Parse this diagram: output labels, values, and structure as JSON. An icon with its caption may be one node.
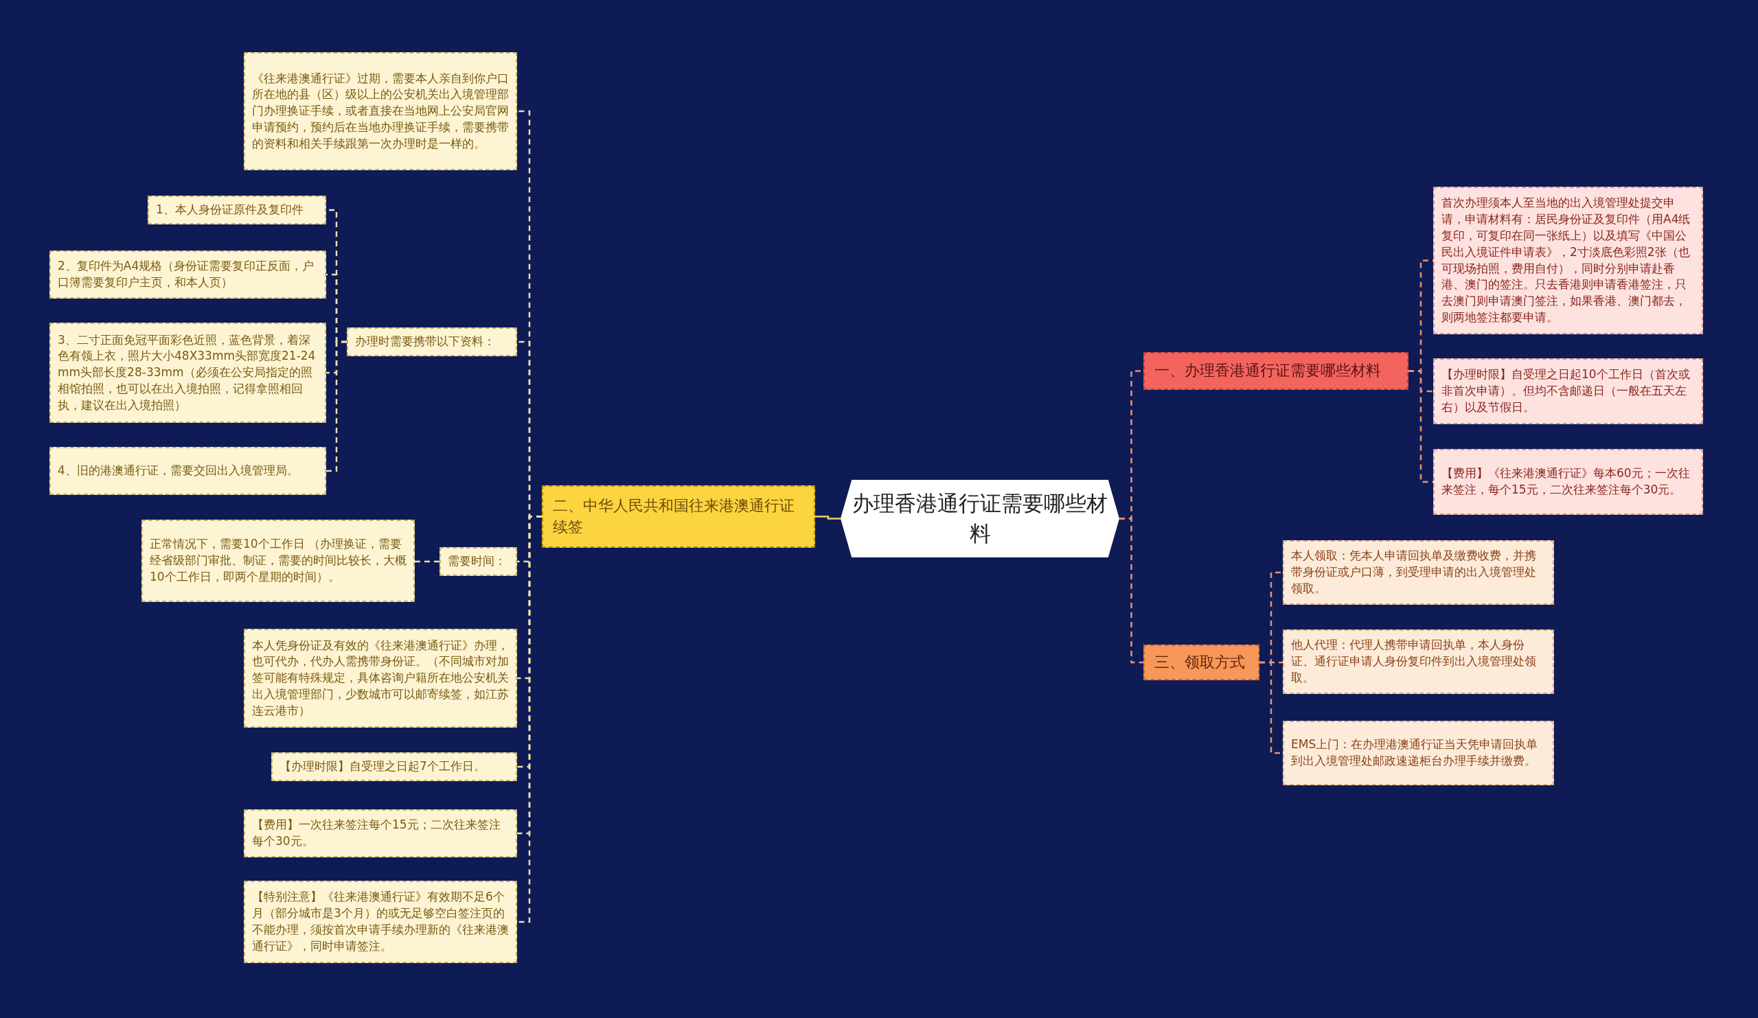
{
  "diagram": {
    "nodes": [
      {
        "text": [
          "办理香港通行证需要哪些材料"
        ]
      },
      {
        "text": [
          "二、中华人民共和国往来港澳通行证续签"
        ]
      },
      {
        "text": [
          "《往来港澳通行证》过期，需要本人亲自到你户口所在地的县（区）级以上的公安机关出入境管理部门办理换证手续，或者直接在当地网上公安局官网申请预约，预约后在当地办理换证手续，需要携带的资料和相关手续跟第一次办理时是一样的。"
        ]
      },
      {
        "text": [
          "办理时需要携带以下资料："
        ]
      },
      {
        "text": [
          "1、本人身份证原件及复印件"
        ]
      },
      {
        "text": [
          "2、复印件为A4规格（身份证需要复印正反面，户口簿需要复印户主页，和本人页）"
        ]
      },
      {
        "text": [
          "3、二寸正面免冠平面彩色近照，蓝色背景，着深色有领上衣，照片大小48X33mm头部宽度21-24mm头部长度28-33mm（必须在公安局指定的照相馆拍照，也可以在出入境拍照，记得拿照相回执，建议在出入境拍照）"
        ]
      },
      {
        "text": [
          "4、旧的港澳通行证，需要交回出入境管理局。"
        ]
      },
      {
        "text": [
          "需要时间："
        ]
      },
      {
        "text": [
          "正常情况下，需要10个工作日 （办理换证，需要经省级部门审批、制证，需要的时间比较长，大概10个工作日，即两个星期的时间）。"
        ]
      },
      {
        "text": [
          "本人凭身份证及有效的《往来港澳通行证》办理，也可代办，代办人需携带身份证。（不同城市对加签可能有特殊规定，具体咨询户籍所在地公安机关出入境管理部门，少数城市可以邮寄续签，如江苏连云港市）"
        ]
      },
      {
        "text": [
          "【办理时限】自受理之日起7个工作日。"
        ]
      },
      {
        "text": [
          "【费用】一次往来签注每个15元；二次往来签注每个30元。"
        ]
      },
      {
        "text": [
          "【特别注意】《往来港澳通行证》有效期不足6个月（部分城市是3个月）的或无足够空白签注页的不能办理，须按首次申请手续办理新的《往来港澳通行证》，同时申请签注。"
        ]
      },
      {
        "text": [
          "一、办理香港通行证需要哪些材料"
        ]
      },
      {
        "text": [
          "首次办理须本人至当地的出入境管理处提交申请，申请材料有：居民身份证及复印件（用A4纸复印，可复印在同一张纸上）以及填写《中国公民出入境证件申请表》，2寸淡底色彩照2张（也可现场拍照，费用自付），同时分别申请赴香港、澳门的签注。只去香港则申请香港签注，只去澳门则申请澳门签注，如果香港、澳门都去，则两地签注都要申请。"
        ]
      },
      {
        "text": [
          "【办理时限】自受理之日起10个工作日（首次或非首次申请）。但均不含邮递日（一般在五天左右）以及节假日。"
        ]
      },
      {
        "text": [
          "【费用】《往来港澳通行证》每本60元；一次往来签注，每个15元，二次往来签注每个30元。"
        ]
      },
      {
        "text": [
          "三、领取方式"
        ]
      },
      {
        "text": [
          "本人领取：凭本人申请回执单及缴费收费，并携带身份证或户口薄，到受理申请的出入境管理处领取。"
        ]
      },
      {
        "text": [
          "他人代理：代理人携带申请回执单，本人身份证、通行证申请人身份复印件到出入境管理处领取。"
        ]
      },
      {
        "text": [
          "EMS上门：在办理港澳通行证当天凭申请回执单到出入境管理处邮政速递柜台办理手续并缴费。"
        ]
      }
    ],
    "edges": [
      {
        "from": 0,
        "to": 1,
        "arrow": "none",
        "color": "#f2d264"
      },
      {
        "from": 1,
        "to": 2,
        "arrow": "none",
        "style": "dashed",
        "color": "#efe0ae"
      },
      {
        "from": 1,
        "to": 3,
        "arrow": "none",
        "style": "dashed",
        "color": "#efe0ae"
      },
      {
        "from": 3,
        "to": 4,
        "arrow": "none",
        "style": "dashed",
        "color": "#efe0ae"
      },
      {
        "from": 3,
        "to": 5,
        "arrow": "none",
        "style": "dashed",
        "color": "#efe0ae"
      },
      {
        "from": 3,
        "to": 6,
        "arrow": "none",
        "style": "dashed",
        "color": "#efe0ae"
      },
      {
        "from": 3,
        "to": 7,
        "arrow": "none",
        "style": "dashed",
        "color": "#efe0ae"
      },
      {
        "from": 1,
        "to": 8,
        "arrow": "none",
        "style": "dashed",
        "color": "#efe0ae"
      },
      {
        "from": 8,
        "to": 9,
        "arrow": "none",
        "style": "dashed",
        "color": "#efe0ae"
      },
      {
        "from": 1,
        "to": 10,
        "arrow": "none",
        "style": "dashed",
        "color": "#efe0ae"
      },
      {
        "from": 1,
        "to": 11,
        "arrow": "none",
        "style": "dashed",
        "color": "#efe0ae"
      },
      {
        "from": 1,
        "to": 12,
        "arrow": "none",
        "style": "dashed",
        "color": "#efe0ae"
      },
      {
        "from": 1,
        "to": 13,
        "arrow": "none",
        "style": "dashed",
        "color": "#efe0ae"
      },
      {
        "from": 0,
        "to": 14,
        "arrow": "none",
        "style": "dashed",
        "color": "#e8946f"
      },
      {
        "from": 14,
        "to": 15,
        "arrow": "none",
        "style": "dashed",
        "color": "#e8946f"
      },
      {
        "from": 14,
        "to": 16,
        "arrow": "none",
        "style": "dashed",
        "color": "#e8946f"
      },
      {
        "from": 14,
        "to": 17,
        "arrow": "none",
        "style": "dashed",
        "color": "#e8946f"
      },
      {
        "from": 0,
        "to": 18,
        "arrow": "none",
        "style": "dashed",
        "color": "#e8946f"
      },
      {
        "from": 18,
        "to": 19,
        "arrow": "none",
        "style": "dashed",
        "color": "#e8946f"
      },
      {
        "from": 18,
        "to": 20,
        "arrow": "none",
        "style": "dashed",
        "color": "#e8946f"
      },
      {
        "from": 18,
        "to": 21,
        "arrow": "none",
        "style": "dashed",
        "color": "#e8946f"
      }
    ]
  }
}
